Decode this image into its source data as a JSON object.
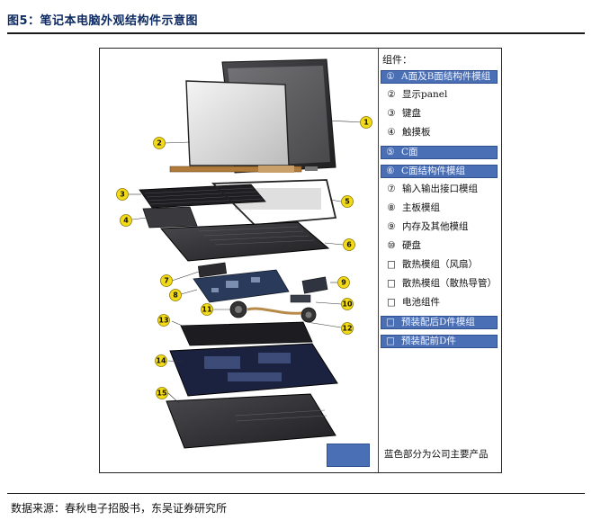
{
  "figure_title": "图5：笔记本电脑外观结构件示意图",
  "legend": {
    "header": "组件：",
    "items": [
      {
        "num": "①",
        "label": "A面及B面结构件模组",
        "highlight": true
      },
      {
        "num": "②",
        "label": "显示panel",
        "highlight": false
      },
      {
        "num": "③",
        "label": "键盘",
        "highlight": false
      },
      {
        "num": "④",
        "label": "触摸板",
        "highlight": false
      },
      {
        "num": "⑤",
        "label": "C面",
        "highlight": true
      },
      {
        "num": "⑥",
        "label": "C面结构件模组",
        "highlight": true
      },
      {
        "num": "⑦",
        "label": "输入输出接口模组",
        "highlight": false
      },
      {
        "num": "⑧",
        "label": "主板模组",
        "highlight": false
      },
      {
        "num": "⑨",
        "label": "内存及其他模组",
        "highlight": false
      },
      {
        "num": "⑩",
        "label": "硬盘",
        "highlight": false
      },
      {
        "num": "□",
        "label": "散热模组（风扇）",
        "highlight": false
      },
      {
        "num": "□",
        "label": "散热模组（散热导管）",
        "highlight": false
      },
      {
        "num": "□",
        "label": "电池组件",
        "highlight": false
      },
      {
        "num": "□",
        "label": "预装配后D件模组",
        "highlight": true
      },
      {
        "num": "□",
        "label": "预装配前D件",
        "highlight": true
      }
    ],
    "swatch_note": "蓝色部分为公司主要产品"
  },
  "callouts": [
    "1",
    "2",
    "3",
    "4",
    "5",
    "6",
    "7",
    "8",
    "9",
    "10",
    "11",
    "12",
    "13",
    "14",
    "15"
  ],
  "source": "数据来源：春秋电子招股书，东吴证券研究所",
  "colors": {
    "highlight": "#4a6fb5",
    "title": "#0d2a63",
    "callout": "#f2da18"
  }
}
